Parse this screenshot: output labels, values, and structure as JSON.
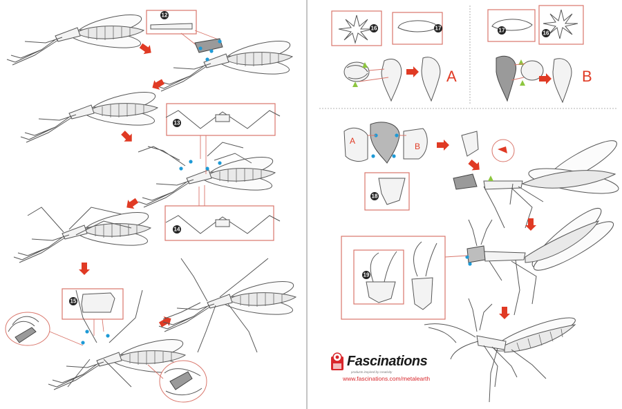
{
  "steps": {
    "s12": "12",
    "s13": "13",
    "s14": "14",
    "s15": "15",
    "s16": "16",
    "s17": "17",
    "s18": "18",
    "s19": "19"
  },
  "variants": {
    "a_big": "A",
    "b_big": "B",
    "a_small": "A",
    "b_small": "B"
  },
  "brand": {
    "name": "Fascinations",
    "tagline": "products inspired by creativity",
    "url": "www.fascinations.com/metalearth"
  },
  "colors": {
    "arrow": "#e03a24",
    "callout_box": "#d9756a",
    "connection_dot": "#1e9ad6",
    "alignment_marker": "#8dc63f"
  }
}
